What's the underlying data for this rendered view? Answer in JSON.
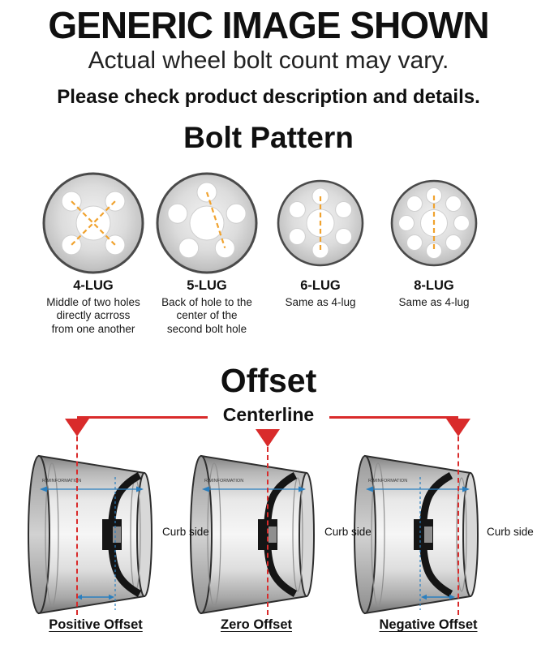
{
  "header": {
    "title": "GENERIC IMAGE SHOWN",
    "subtitle": "Actual wheel bolt count may vary.",
    "note": "Please check product description and details."
  },
  "bolt_pattern": {
    "title": "Bolt Pattern",
    "items": [
      {
        "label": "4-LUG",
        "lugs": 4,
        "description": "Middle of two holes directly acrross from one another"
      },
      {
        "label": "5-LUG",
        "lugs": 5,
        "description": "Back of hole to the center of the second bolt hole"
      },
      {
        "label": "6-LUG",
        "lugs": 6,
        "description": "Same as 4-lug"
      },
      {
        "label": "8-LUG",
        "lugs": 8,
        "description": "Same as 4-lug"
      }
    ]
  },
  "offset_section": {
    "title": "Offset",
    "centerline_label": "Centerline",
    "curb_side_label": "Curb side",
    "rim_text": "RIMINFORMATION",
    "diagrams": [
      {
        "label": "Positive Offset"
      },
      {
        "label": "Zero Offset"
      },
      {
        "label": "Negative Offset"
      }
    ],
    "colors": {
      "centerline_red": "#d92b2b",
      "measure_blue": "#2a7fbf",
      "pattern_orange": "#f0a22e"
    }
  }
}
